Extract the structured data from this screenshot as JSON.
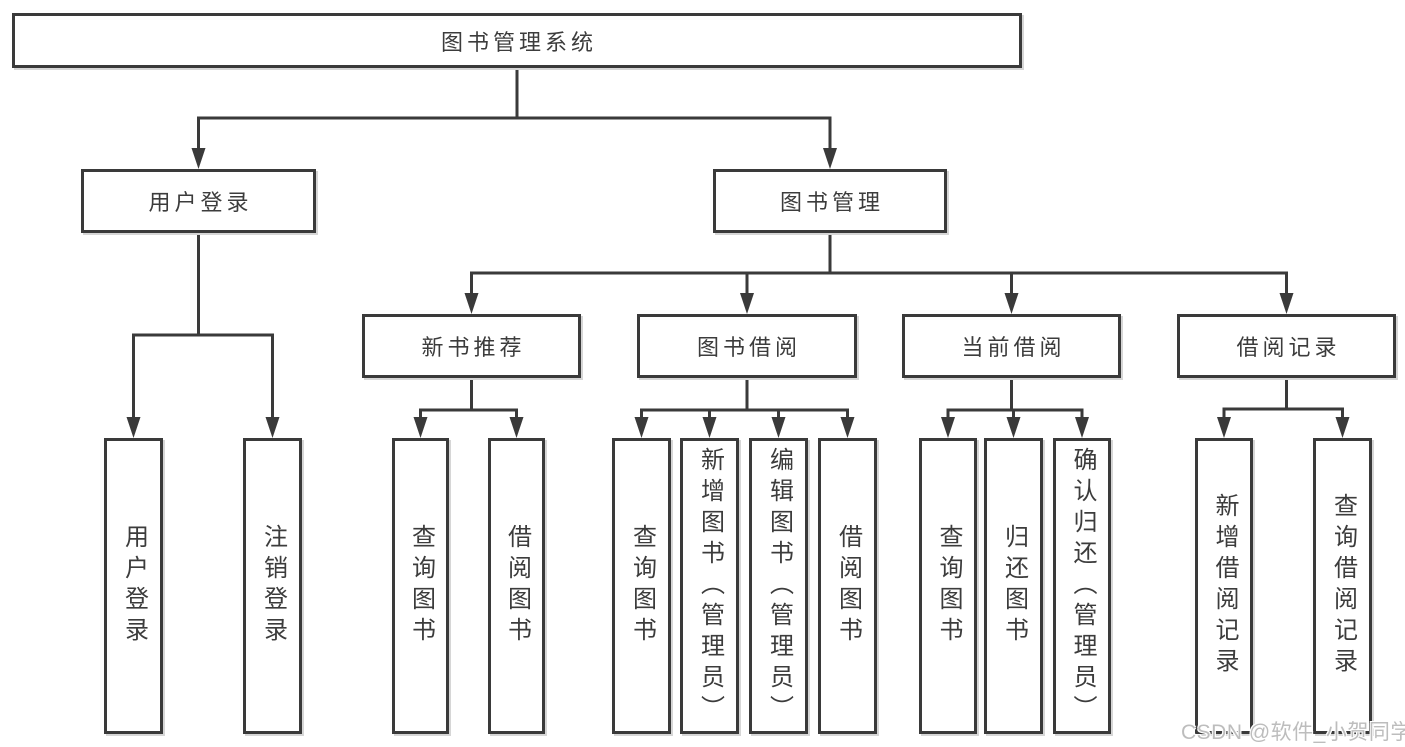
{
  "tree": {
    "root": {
      "label": "图书管理系统"
    },
    "level2": [
      {
        "label": "用户登录",
        "children": [
          {
            "label": "用户登录"
          },
          {
            "label": "注销登录"
          }
        ]
      },
      {
        "label": "图书管理",
        "children": [
          {
            "label": "新书推荐",
            "children": [
              {
                "label": "查询图书"
              },
              {
                "label": "借阅图书"
              }
            ]
          },
          {
            "label": "图书借阅",
            "children": [
              {
                "label": "查询图书"
              },
              {
                "label": "新增图书（管理员）"
              },
              {
                "label": "编辑图书（管理员）"
              },
              {
                "label": "借阅图书"
              }
            ]
          },
          {
            "label": "当前借阅",
            "children": [
              {
                "label": "查询图书"
              },
              {
                "label": "归还图书"
              },
              {
                "label": "确认归还（管理员）"
              }
            ]
          },
          {
            "label": "借阅记录",
            "children": [
              {
                "label": "新增借阅记录"
              },
              {
                "label": "查询借阅记录"
              }
            ]
          }
        ]
      }
    ]
  },
  "watermark": "CSDN @软件_小贺同学",
  "colors": {
    "line": "#3a3a3a",
    "text": "#3c3c3c",
    "watermark": "#bdbdbd",
    "background": "#ffffff"
  }
}
